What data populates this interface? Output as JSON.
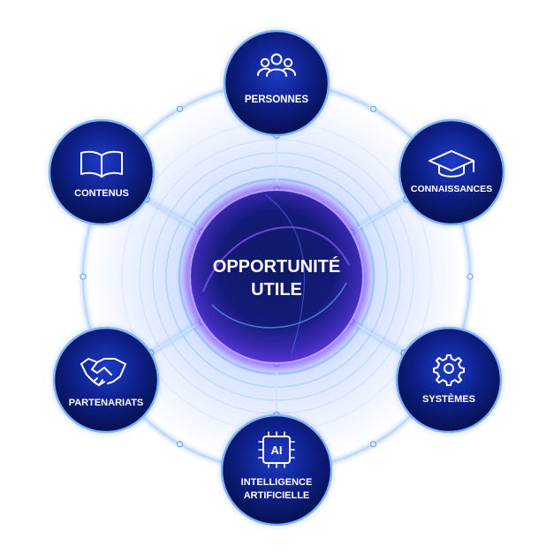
{
  "center": {
    "line1": "OPPORTUNITÉ",
    "line2": "UTILE"
  },
  "nodes": [
    {
      "id": "personnes",
      "label": "PERSONNES",
      "icon": "people-icon"
    },
    {
      "id": "connaissances",
      "label": "CONNAISSANCES",
      "icon": "graduation-cap-icon"
    },
    {
      "id": "systemes",
      "label": "SYSTÈMES",
      "icon": "gear-icon"
    },
    {
      "id": "ia",
      "label_line1": "INTELLIGENCE",
      "label_line2": "ARTIFICIELLE",
      "icon": "ai-chip-icon",
      "icon_text": "AI"
    },
    {
      "id": "partenariats",
      "label": "PARTENARIATS",
      "icon": "handshake-icon"
    },
    {
      "id": "contenus",
      "label": "CONTENUS",
      "icon": "book-icon"
    }
  ],
  "colors": {
    "node_fill_outer": "#0a1a6e",
    "node_fill_inner": "#1c3fd8",
    "glow": "#3d7bff",
    "line": "#7fb2ff",
    "center_purple": "#7b3cff",
    "background": "#ffffff"
  }
}
